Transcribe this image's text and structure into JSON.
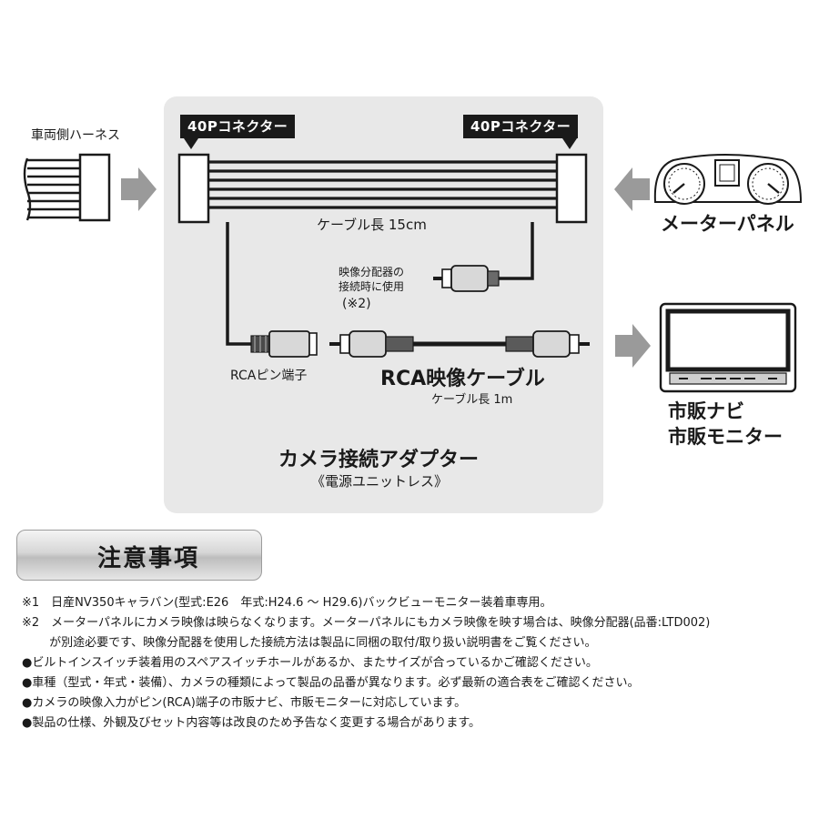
{
  "diagram": {
    "harness_label": "車両側ハーネス",
    "connector_left_label": "40Pコネクター",
    "connector_right_label": "40Pコネクター",
    "cable_length_label": "ケーブル長 15cm",
    "meter_panel_label": "メーターパネル",
    "splitter_note_line1": "映像分配器の",
    "splitter_note_line2": "接続時に使用",
    "splitter_note_line3": "(※2)",
    "rca_pin_label": "RCAピン端子",
    "rca_cable_label": "RCA映像ケーブル",
    "rca_cable_length_label": "ケーブル長 1m",
    "navi_label_line1": "市販ナビ",
    "navi_label_line2": "市販モニター",
    "adapter_title": "カメラ接続アダプター",
    "adapter_subtitle": "《電源ユニットレス》"
  },
  "caution": {
    "title": "注意事項",
    "notes": [
      "※1　日産NV350キャラバン(型式:E26　年式:H24.6 ～ H29.6)バックビューモニター装着車専用。",
      "※2　メーターパネルにカメラ映像は映らなくなります。メーターパネルにもカメラ映像を映す場合は、映像分配器(品番:LTD002)",
      "　　 が別途必要です、映像分配器を使用した接続方法は製品に同梱の取付/取り扱い説明書をご覧ください。",
      "●ビルトインスイッチ装着用のスペアスイッチホールがあるか、またサイズが合っているかご確認ください。",
      "●車種（型式・年式・装備）、カメラの種類によって製品の品番が異なります。必ず最新の適合表をご確認ください。",
      "●カメラの映像入力がピン(RCA)端子の市販ナビ、市販モニターに対応しています。",
      "●製品の仕様、外観及びセット内容等は改良のため予告なく変更する場合があります。"
    ]
  },
  "colors": {
    "panel_bg": "#e8e8e8",
    "arrow": "#9a9a9a",
    "ink": "#1a1a1a"
  }
}
